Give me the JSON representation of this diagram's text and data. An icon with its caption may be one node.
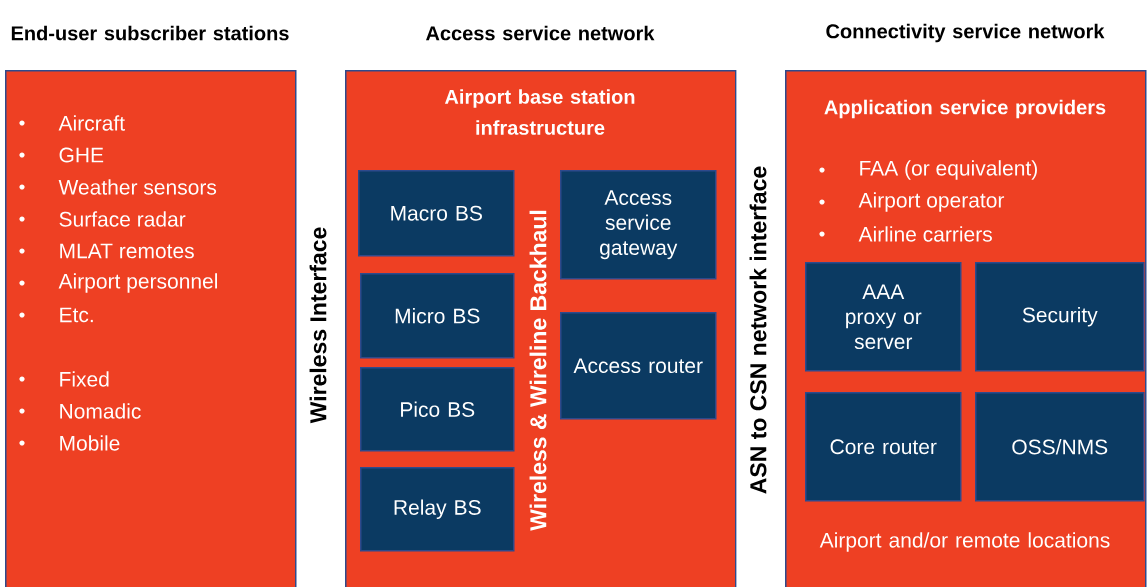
{
  "diagram": {
    "nodes": [
      {
        "text": [
          "End-user subscriber stations",
          "Aircraft",
          "GHE",
          "Weather sensors",
          "Surface radar",
          "MLAT remotes",
          "Airport personnel",
          "Etc.",
          "Fixed",
          "Nomadic",
          "Mobile"
        ]
      },
      {
        "text": [
          "Access service network",
          "Airport base station infrastructure"
        ]
      },
      {
        "text": [
          "Macro BS"
        ],
        "in": 1
      },
      {
        "text": [
          "Access service gateway"
        ],
        "in": 1
      },
      {
        "text": [
          "Micro BS"
        ],
        "in": 1
      },
      {
        "text": [
          "Access router"
        ],
        "in": 1
      },
      {
        "text": [
          "Pico BS"
        ],
        "in": 1
      },
      {
        "text": [
          "Relay BS"
        ],
        "in": 1
      },
      {
        "text": [
          "Connectivity service network",
          "Application service providers",
          "FAA (or equivalent)",
          "Airport operator",
          "Airline carriers",
          "Airport and/or remote locations"
        ]
      },
      {
        "text": [
          "AAA proxy or server"
        ],
        "in": 8
      },
      {
        "text": [
          "Security"
        ],
        "in": 8
      },
      {
        "text": [
          "Core router"
        ],
        "in": 8
      },
      {
        "text": [
          "OSS/NMS"
        ],
        "in": 8
      }
    ],
    "labels": [
      "Wireless Interface",
      "Wireless & Wireline Backhaul",
      "ASN to CSN network interface"
    ]
  }
}
